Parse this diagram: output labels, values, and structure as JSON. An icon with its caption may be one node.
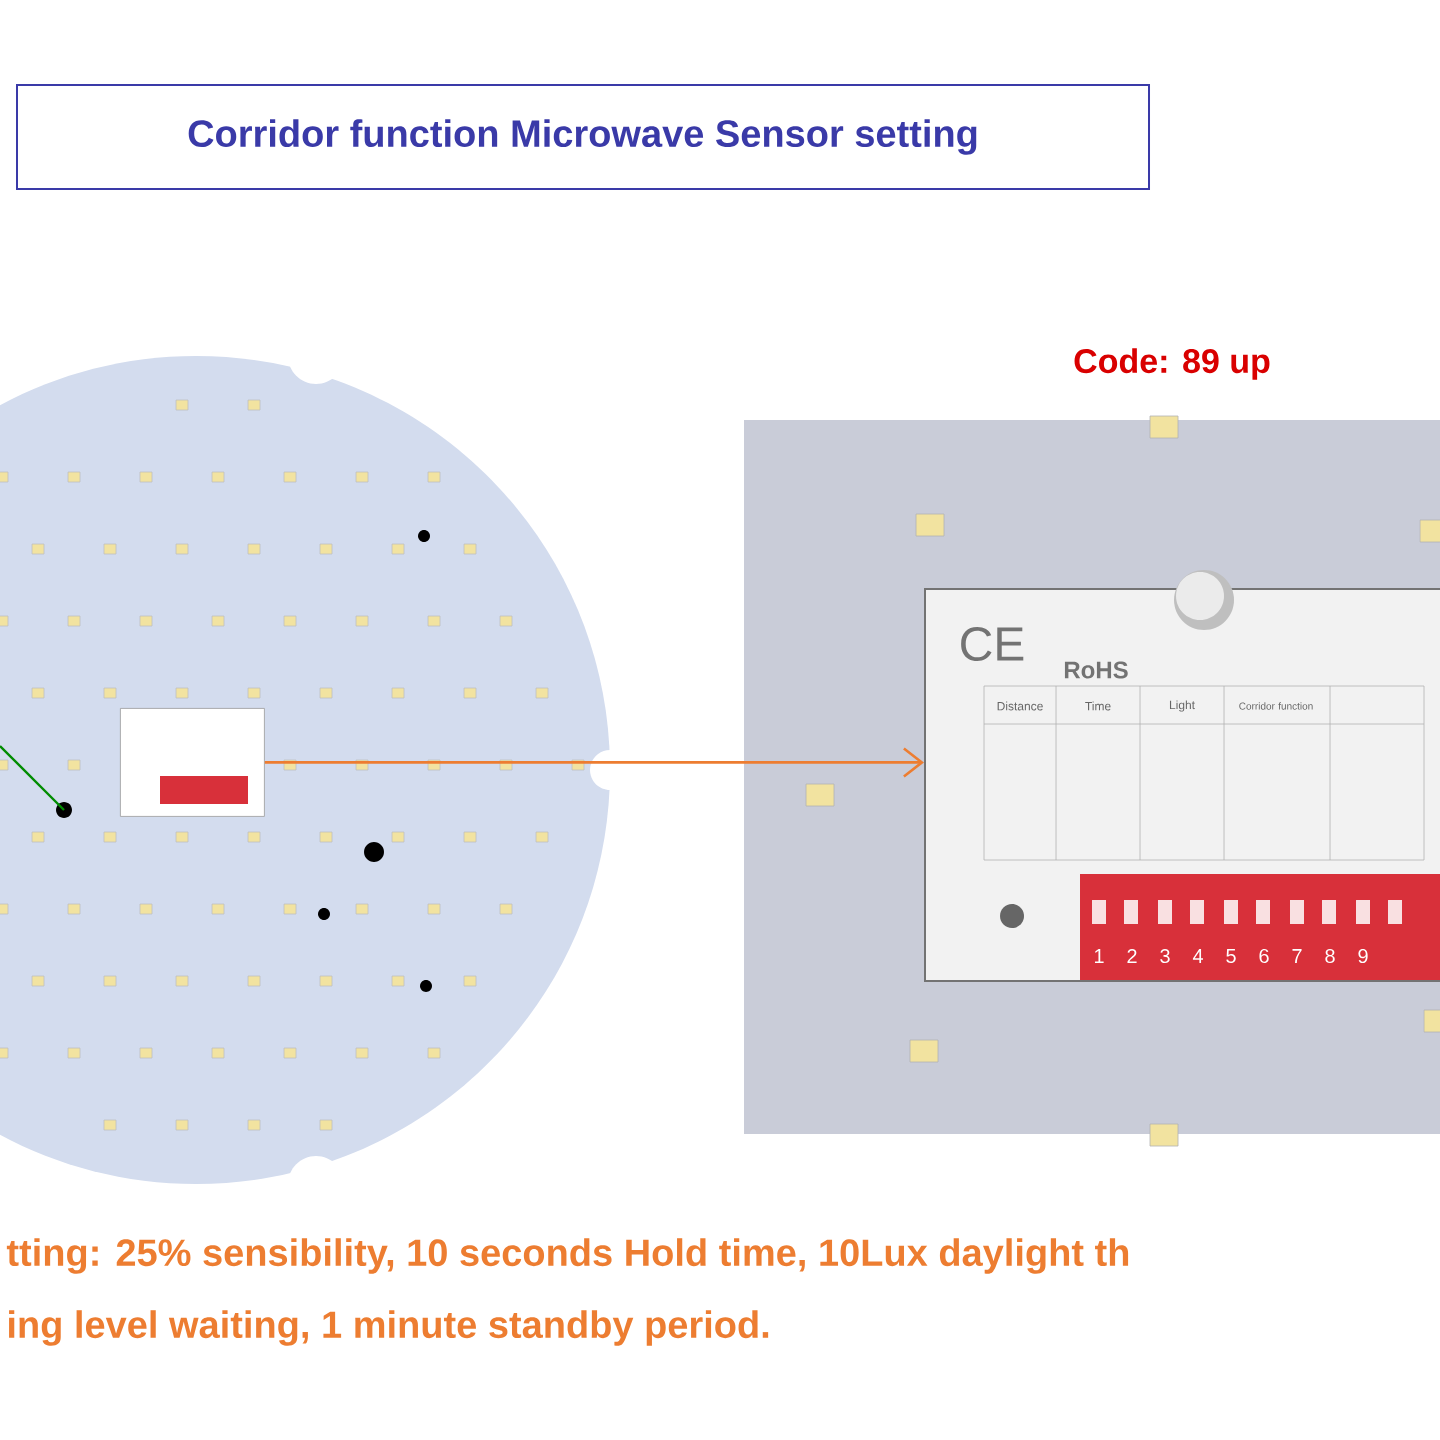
{
  "diagram": {
    "title": "Corridor function Microwave Sensor setting",
    "nodes": [
      {
        "text": [],
        "shape": "picture"
      },
      {
        "text": [],
        "shape": "picture"
      }
    ],
    "edges": [
      {
        "from": 0,
        "to": 1,
        "arrow": "to",
        "color": "#ed7d31"
      }
    ],
    "labels": [
      "Code:  89 up",
      "CE",
      "RoHS",
      "Distance",
      "Time",
      "Light",
      "Corridor function",
      "1",
      "2",
      "3",
      "4",
      "5",
      "6",
      "7",
      "8",
      "9",
      "tting:  25% sensibility, 10 seconds Hold time, 10Lux daylight th",
      "ing level waiting, 1 minute standby period."
    ]
  }
}
